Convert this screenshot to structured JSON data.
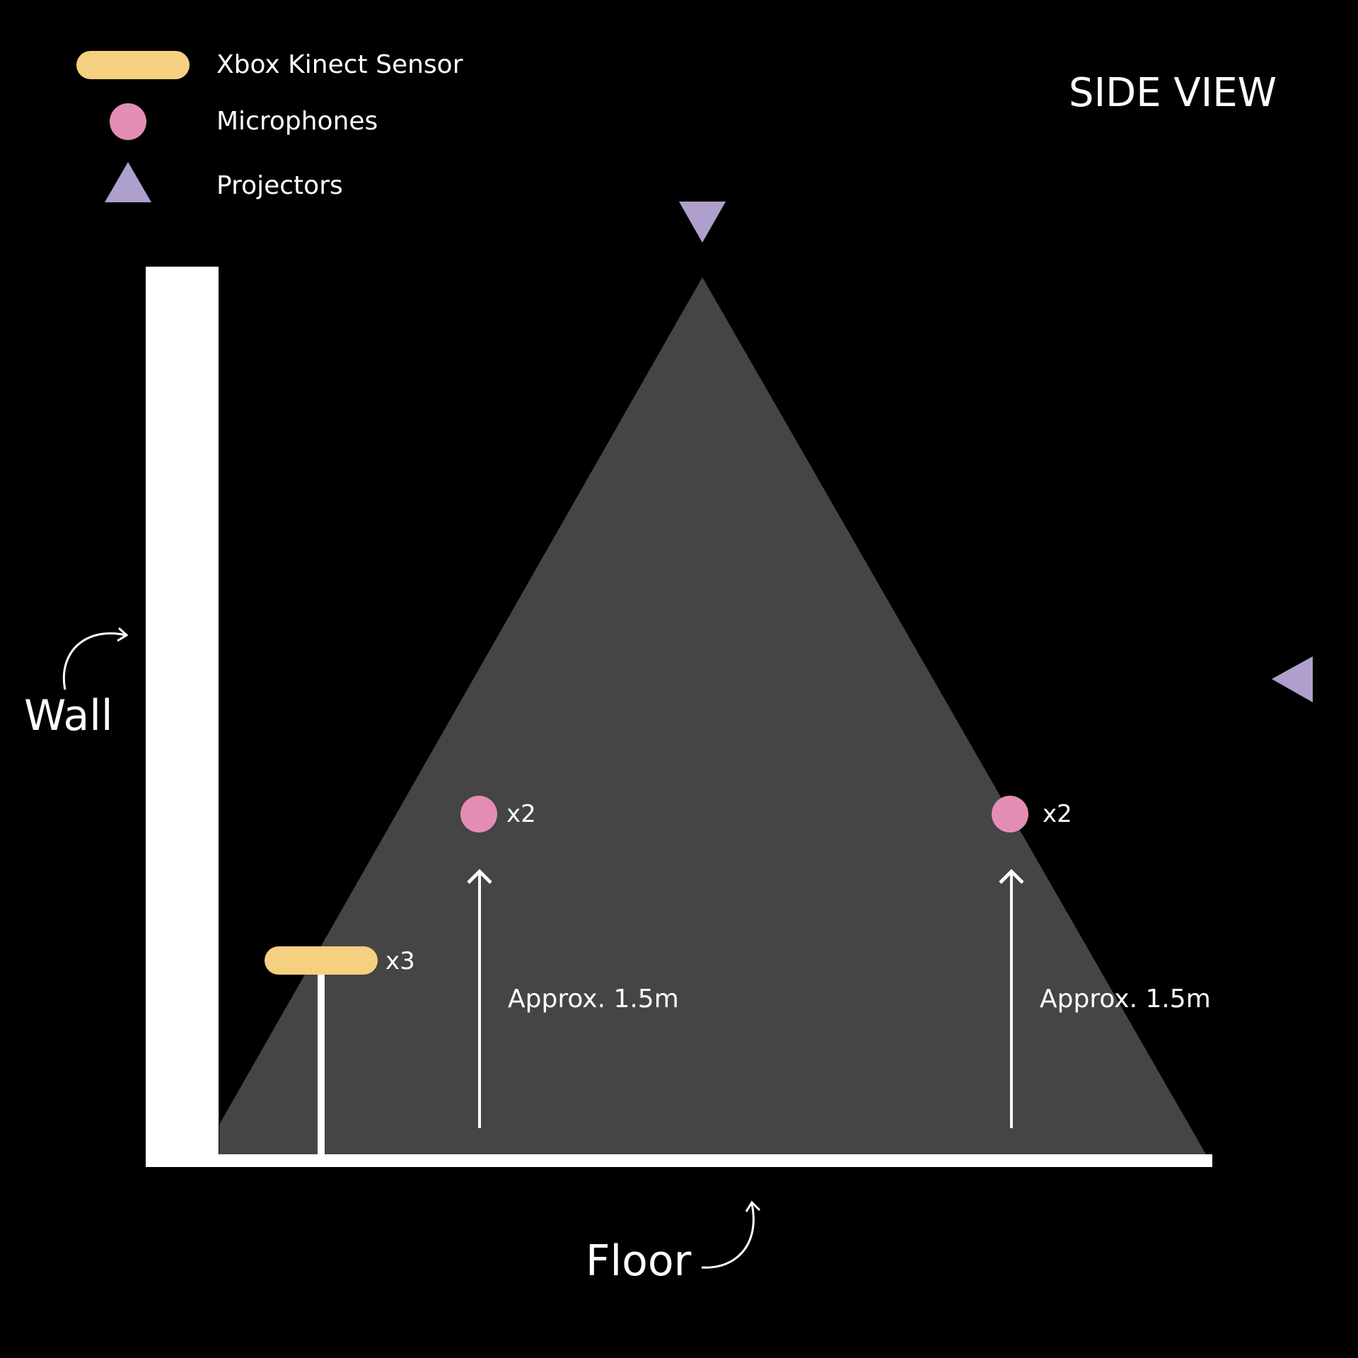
{
  "title": "SIDE VIEW",
  "legend": {
    "kinect": "Xbox Kinect Sensor",
    "microphones": "Microphones",
    "projectors": "Projectors"
  },
  "labels": {
    "wall": "Wall",
    "floor": "Floor",
    "kinect_count": "x3",
    "mic_left_count": "x2",
    "mic_right_count": "x2",
    "height_left": "Approx. 1.5m",
    "height_right": "Approx. 1.5m"
  },
  "colors": {
    "background": "#000000",
    "kinect": "#f5d080",
    "microphone": "#e38db5",
    "projector": "#ae9fcc",
    "projection_cone": "#454545",
    "structure": "#ffffff"
  }
}
